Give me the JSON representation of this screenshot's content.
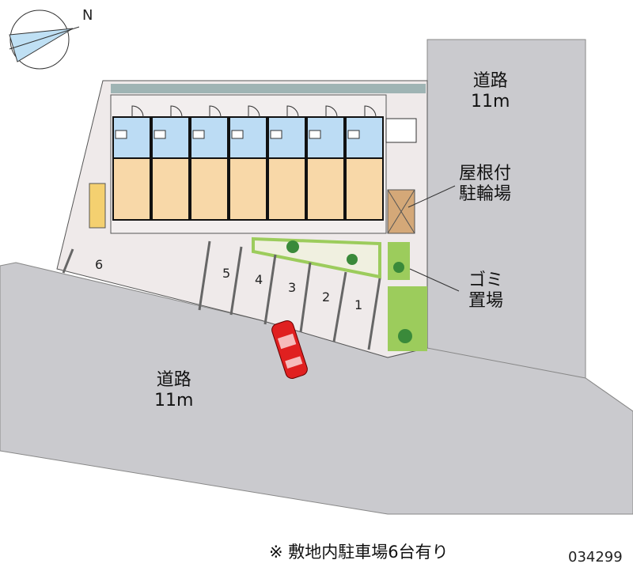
{
  "compass": {
    "north_label": "N"
  },
  "roads": [
    {
      "name": "道路",
      "width": "11m"
    },
    {
      "name": "道路",
      "width": "11m"
    }
  ],
  "labels": {
    "bicycle_parking": [
      "屋根付",
      "駐輪場"
    ],
    "garbage": [
      "ゴミ",
      "置場"
    ]
  },
  "parking_spaces": [
    "1",
    "2",
    "3",
    "4",
    "5",
    "6"
  ],
  "building": {
    "unit_count": 7
  },
  "footnote": "※ 敷地内駐車場6台有り",
  "property_code": "034299",
  "colors": {
    "road": "#c8c8cc",
    "room": "#f8d8a8",
    "wet": "#bcdcf4",
    "green": "#9ccc5c",
    "car": "#e02020"
  }
}
